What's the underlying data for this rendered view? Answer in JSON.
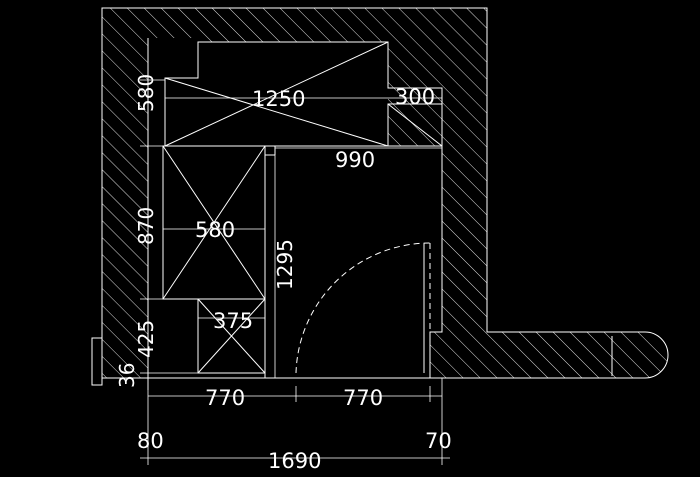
{
  "plan": {
    "dims": {
      "top_width": "1250",
      "top_right": "300",
      "right_width": "990",
      "left_height_top": "580",
      "left_height_mid": "870",
      "left_width_mid": "580",
      "center_height": "1295",
      "small_width": "375",
      "left_height_low": "425",
      "bottom_small": "36",
      "bottom_left": "770",
      "bottom_right": "770",
      "left_offset": "80",
      "right_offset": "70",
      "overall": "1690"
    }
  },
  "colors": {
    "background": "#000000",
    "line": "#ffffff"
  }
}
